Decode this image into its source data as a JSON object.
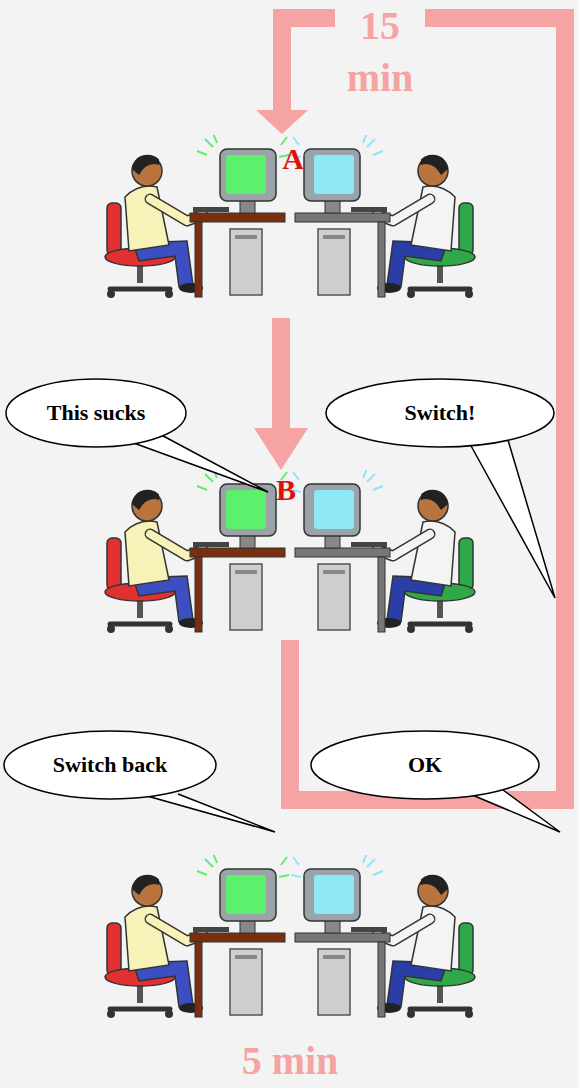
{
  "diagram": {
    "nodes": [
      {
        "text": [
          "This sucks"
        ]
      },
      {
        "text": [
          "Switch!"
        ]
      },
      {
        "text": [
          "Switch back"
        ]
      },
      {
        "text": [
          "OK"
        ]
      }
    ],
    "labels": [
      "15 min",
      "A",
      "B",
      "5 min"
    ]
  }
}
